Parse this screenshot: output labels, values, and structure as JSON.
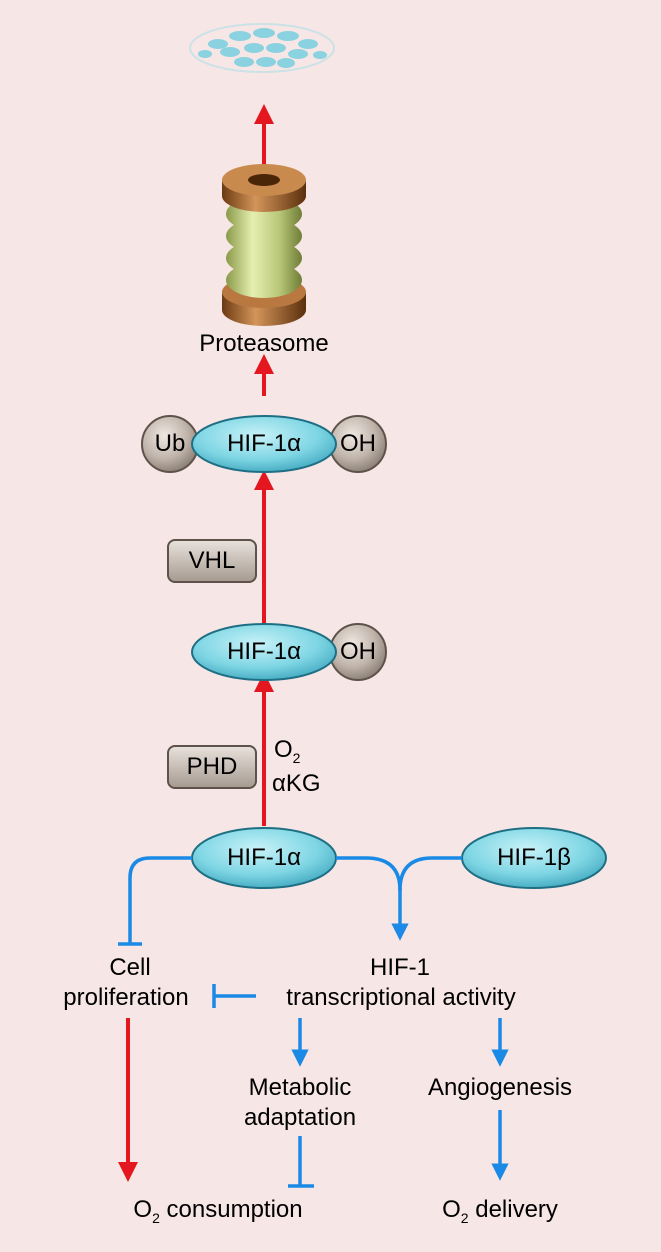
{
  "nodes": {
    "proteasome_label": "Proteasome",
    "ub": "Ub",
    "oh": "OH",
    "hif1a": "HIF-1α",
    "hif1b": "HIF-1β",
    "vhl": "VHL",
    "phd": "PHD",
    "o2": "O",
    "o2_sub": "2",
    "akg": "αKG"
  },
  "outcomes": {
    "cell_proliferation_line1": "Cell",
    "cell_proliferation_line2": "proliferation",
    "hif1_line1": "HIF-1",
    "hif1_line2": "transcriptional activity",
    "metabolic_line1": "Metabolic",
    "metabolic_line2": "adaptation",
    "angiogenesis": "Angiogenesis",
    "o2_consumption_pre": "O",
    "o2_consumption_sub": "2",
    "o2_consumption_post": " consumption",
    "o2_delivery_pre": "O",
    "o2_delivery_sub": "2",
    "o2_delivery_post": " delivery"
  },
  "colors": {
    "background": "#f7e6e6",
    "red_arrow": "#e4161f",
    "blue_arrow": "#1a8ae6",
    "hif_fill": "#7fd6e4",
    "hif_stroke": "#1f6f84",
    "grey_fill": "#b7aba1",
    "grey_stroke": "#5e524a"
  }
}
